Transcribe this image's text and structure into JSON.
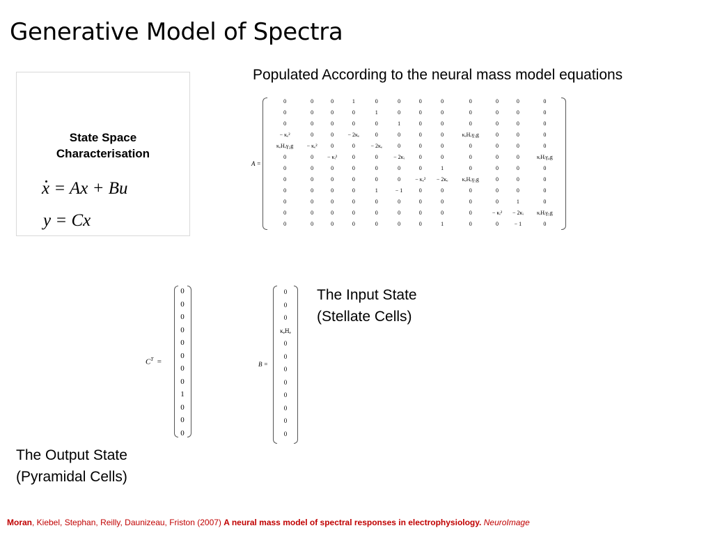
{
  "slide": {
    "title": "Generative Model of Spectra"
  },
  "state_space_box": {
    "heading_line1": "State Space",
    "heading_line2": "Characterisation",
    "equation1_lhs": "x",
    "equation1_rhs": " = Ax + Bu",
    "equation2": "y = Cx"
  },
  "captions": {
    "populated": "Populated According to the neural mass model equations",
    "input_line1": "The Input State",
    "input_line2": "(Stellate Cells)",
    "output_line1": "The Output State",
    "output_line2": "(Pyramidal Cells)"
  },
  "matrix_a": {
    "label": "A =",
    "rows": [
      [
        "0",
        "0",
        "0",
        "1",
        "0",
        "0",
        "0",
        "0",
        "0",
        "0",
        "0",
        "0"
      ],
      [
        "0",
        "0",
        "0",
        "0",
        "1",
        "0",
        "0",
        "0",
        "0",
        "0",
        "0",
        "0"
      ],
      [
        "0",
        "0",
        "0",
        "0",
        "0",
        "1",
        "0",
        "0",
        "0",
        "0",
        "0",
        "0"
      ],
      [
        "− κₑ²",
        "0",
        "0",
        "− 2κₑ",
        "0",
        "0",
        "0",
        "0",
        "κₑHₑγ₃g",
        "0",
        "0",
        "0"
      ],
      [
        "κₑHₑγ₂g",
        "− κₑ²",
        "0",
        "0",
        "− 2κₑ",
        "0",
        "0",
        "0",
        "0",
        "0",
        "0",
        "0"
      ],
      [
        "0",
        "0",
        "− κᵢ²",
        "0",
        "0",
        "− 2κᵢ",
        "0",
        "0",
        "0",
        "0",
        "0",
        "κᵢHᵢγ₄g"
      ],
      [
        "0",
        "0",
        "0",
        "0",
        "0",
        "0",
        "0",
        "1",
        "0",
        "0",
        "0",
        "0"
      ],
      [
        "0",
        "0",
        "0",
        "0",
        "0",
        "0",
        "− κₑ²",
        "− 2κₑ",
        "κₑHₑγ₅g",
        "0",
        "0",
        "0"
      ],
      [
        "0",
        "0",
        "0",
        "0",
        "1",
        "− 1",
        "0",
        "0",
        "0",
        "0",
        "0",
        "0"
      ],
      [
        "0",
        "0",
        "0",
        "0",
        "0",
        "0",
        "0",
        "0",
        "0",
        "0",
        "1",
        "0"
      ],
      [
        "0",
        "0",
        "0",
        "0",
        "0",
        "0",
        "0",
        "0",
        "0",
        "− κᵢ²",
        "− 2κᵢ",
        "κᵢHᵢγ₅g"
      ],
      [
        "0",
        "0",
        "0",
        "0",
        "0",
        "0",
        "0",
        "1",
        "0",
        "0",
        "− 1",
        "0"
      ]
    ]
  },
  "vector_c": {
    "label": "C",
    "superscript": "T",
    "equals": "=",
    "values": [
      "0",
      "0",
      "0",
      "0",
      "0",
      "0",
      "0",
      "0",
      "1",
      "0",
      "0",
      "0"
    ]
  },
  "vector_b": {
    "label": "B =",
    "values": [
      "0",
      "0",
      "0",
      "κₑHₑ",
      "0",
      "0",
      "0",
      "0",
      "0",
      "0",
      "0",
      "0"
    ]
  },
  "reference": {
    "authors_first": "Moran",
    "authors_rest": ", Kiebel, Stephan, Reilly, Daunizeau, Friston (2007) ",
    "paper_title": "A neural mass model of spectral responses in electrophysiology.",
    "journal": " NeuroImage"
  }
}
